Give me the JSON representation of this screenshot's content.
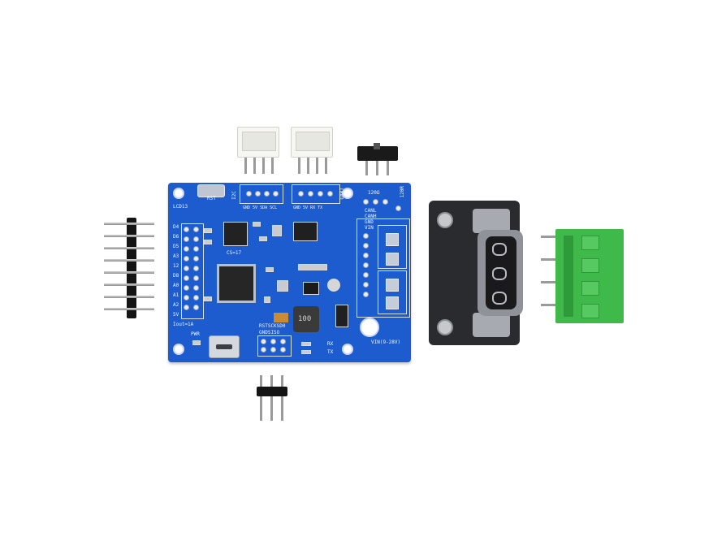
{
  "board": {
    "silk": {
      "lcd": "LCD13",
      "rst": "RST",
      "i2c": "I2C",
      "i2c_pins": "GND 5V SDA SCL",
      "uart_pins": "GND 5V RX TX",
      "uart": "UART",
      "r120": "120Ω",
      "r120b": "120R",
      "can_labels": [
        "CANL",
        "CANH",
        "GND",
        "VIN"
      ],
      "cs": "CS=17",
      "left_pins": [
        "D4",
        "D6",
        "D5",
        "A3",
        "12",
        "D8",
        "A0",
        "A1",
        "A2",
        "5V"
      ],
      "iout": "Iout=1A",
      "pwr": "PWR",
      "inductor": "100",
      "cfg": "RSTSCKSD0",
      "cfg2": "GNDSISO",
      "rx": "RX",
      "tx": "TX",
      "vin": "VIN(9-28V)"
    }
  },
  "colors": {
    "pcb": "#1c5ccf",
    "terminal": "#3fb94a",
    "db9": "#1f1f22",
    "jst": "#f6f6f2"
  }
}
